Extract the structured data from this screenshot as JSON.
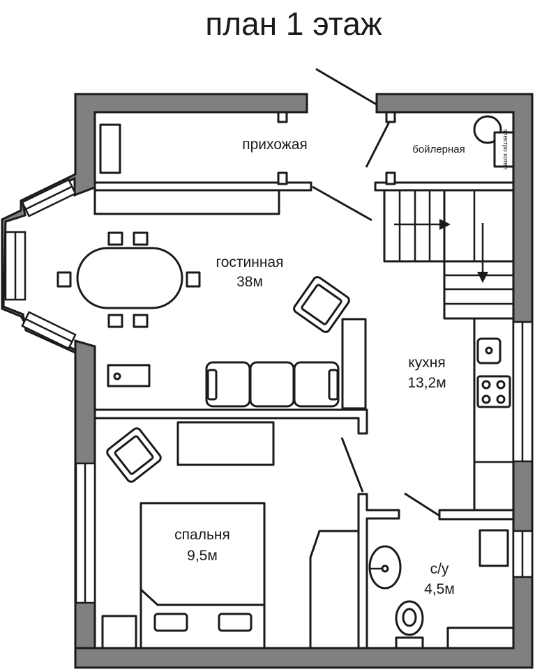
{
  "title": "план 1 этаж",
  "rooms": {
    "hallway": {
      "name": "прихожая"
    },
    "boiler": {
      "name": "бойлерная",
      "equipment": "электро котел"
    },
    "living": {
      "name": "гостинная",
      "area": "38м"
    },
    "kitchen": {
      "name": "кухня",
      "area": "13,2м"
    },
    "bedroom": {
      "name": "спальня",
      "area": "9,5м"
    },
    "bathroom": {
      "name": "с/у",
      "area": "4,5м"
    }
  },
  "colors": {
    "wall": "#808080",
    "line": "#1a1a1a",
    "background": "#ffffff"
  }
}
